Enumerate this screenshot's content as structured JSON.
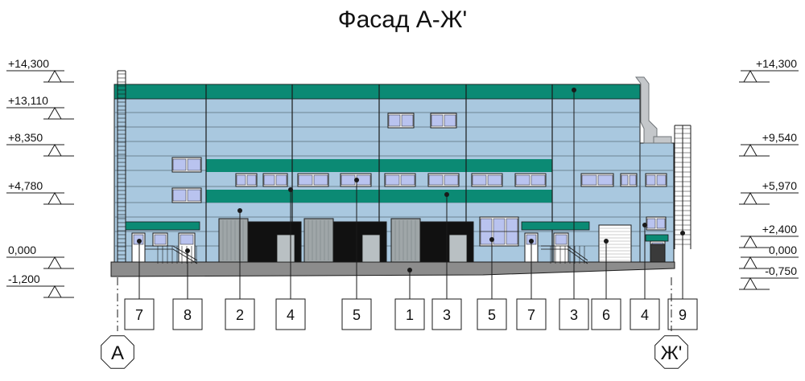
{
  "title": "Фасад А-Ж'",
  "colors": {
    "wall": "#a9c8df",
    "teal": "#0b8a74",
    "line": "#1a1a1a",
    "plinth": "#8c8c8c",
    "door_dark": "#111111",
    "door_gray": "#9fa6a8",
    "window": "#b9c3ef"
  },
  "levels_left": [
    "+14,300",
    "+13,110",
    "+8,350",
    "+4,780",
    "0,000",
    "-1,200"
  ],
  "levels_right": [
    "+14,300",
    "+9,540",
    "+5,970",
    "+2,400",
    "0,000",
    "-0,750"
  ],
  "callouts": [
    "7",
    "8",
    "2",
    "4",
    "5",
    "1",
    "3",
    "5",
    "7",
    "3",
    "6",
    "4",
    "9"
  ],
  "axes": [
    "А",
    "Ж'"
  ]
}
